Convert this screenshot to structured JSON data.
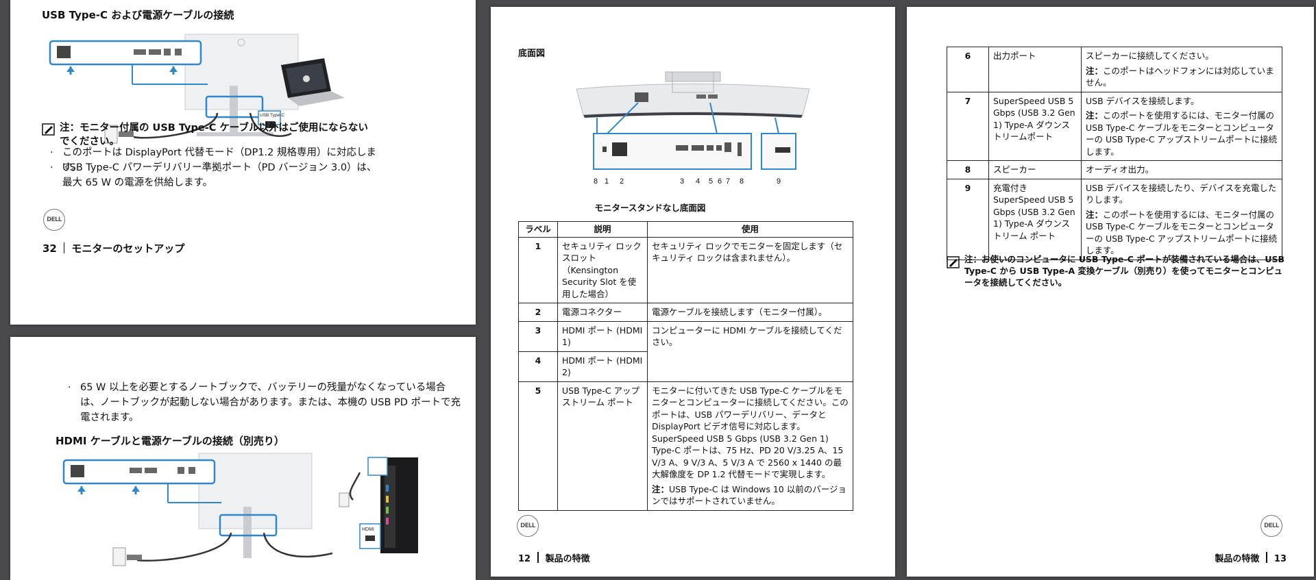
{
  "page_a": {
    "heading": "USB Type-C および電源ケーブルの接続",
    "port_label": "USB Type-C",
    "note": "注：モニター付属の USB Type-C ケーブル以外はご使用にならないでください。",
    "bullets": [
      "このポートは DisplayPort 代替モード（DP1.2 規格専用）に対応します。",
      "USB Type-C パワーデリバリー準拠ポート（PD バージョン 3.0）は、最大 65 W の電源を供給します。"
    ],
    "logo": "DELL",
    "footer_page": "32",
    "footer_title": "モニターのセットアップ"
  },
  "page_b": {
    "bullet": "65 W 以上を必要とするノートブックで、バッテリーの残量がなくなっている場合は、ノートブックが起動しない場合があります。または、本機の USB PD ポートで充電されます。",
    "heading": "HDMI ケーブルと電源ケーブルの接続（別売り）",
    "port_label": "HDMI"
  },
  "page_c": {
    "section_title": "底面図",
    "callout_numbers": [
      "8",
      "1",
      "2",
      "3",
      "4",
      "5",
      "6",
      "7",
      "8",
      "9"
    ],
    "caption": "モニタースタンドなし底面図",
    "table_headers": [
      "ラベル",
      "説明",
      "使用"
    ],
    "rows": [
      {
        "label": "1",
        "desc": "セキュリティ ロック スロット（Kensington Security Slot を使用した場合）",
        "use": "セキュリティ ロックでモニターを固定します（セキュリティ ロックは含まれません）。"
      },
      {
        "label": "2",
        "desc": "電源コネクター",
        "use": "電源ケーブルを接続します（モニター付属）。"
      },
      {
        "label": "3",
        "desc": "HDMI ポート (HDMI 1)",
        "use": "コンピューターに HDMI ケーブルを接続してください。"
      },
      {
        "label": "4",
        "desc": "HDMI ポート (HDMI 2)"
      },
      {
        "label": "5",
        "desc": "USB Type-C アップストリーム ポート",
        "use": "モニターに付いてきた USB Type-C ケーブルをモニターとコンピューターに接続してください。このポートは、USB パワーデリバリー、データと DisplayPort ビデオ信号に対応します。SuperSpeed USB 5 Gbps (USB 3.2 Gen 1) Type-C ポートは、75 Hz、PD 20 V/3.25 A、15 V/3 A、9 V/3 A、5 V/3 A で 2560 x 1440 の最大解像度を DP 1.2 代替モードで実現します。",
        "note_label": "注：",
        "note": "USB Type-C は Windows 10 以前のバージョンではサポートされていません。"
      }
    ],
    "logo": "DELL",
    "footer_page": "12",
    "footer_title": "製品の特徴"
  },
  "page_d": {
    "rows": [
      {
        "label": "6",
        "desc": "出力ポート",
        "use": "スピーカーに接続してください。",
        "note_label": "注：",
        "note": "このポートはヘッドフォンには対応していません。"
      },
      {
        "label": "7",
        "desc": "SuperSpeed USB 5 Gbps (USB 3.2 Gen 1) Type-A ダウンストリームポート",
        "use": "USB デバイスを接続します。",
        "note_label": "注：",
        "note": "このポートを使用するには、モニター付属の USB Type-C ケーブルをモニターとコンピューターの USB Type-C アップストリームポートに接続します。"
      },
      {
        "label": "8",
        "desc": "スピーカー",
        "use": "オーディオ出力。"
      },
      {
        "label": "9",
        "desc": "充電付き SuperSpeed USB 5 Gbps (USB 3.2 Gen 1) Type-A ダウンストリーム ポート",
        "use": "USB デバイスを接続したり、デバイスを充電したりします。",
        "note_label": "注：",
        "note": "このポートを使用するには、モニター付属の USB Type-C ケーブルをモニターとコンピューターの USB Type-C アップストリームポートに接続します。"
      }
    ],
    "note": "注：お使いのコンピュータに USB Type-C ポートが装備されている場合は、USB Type-C から USB Type-A 変換ケーブル（別売り）を使ってモニターとコンピュータを接続してください。",
    "logo": "DELL",
    "footer_title": "製品の特徴",
    "footer_page": "13"
  }
}
